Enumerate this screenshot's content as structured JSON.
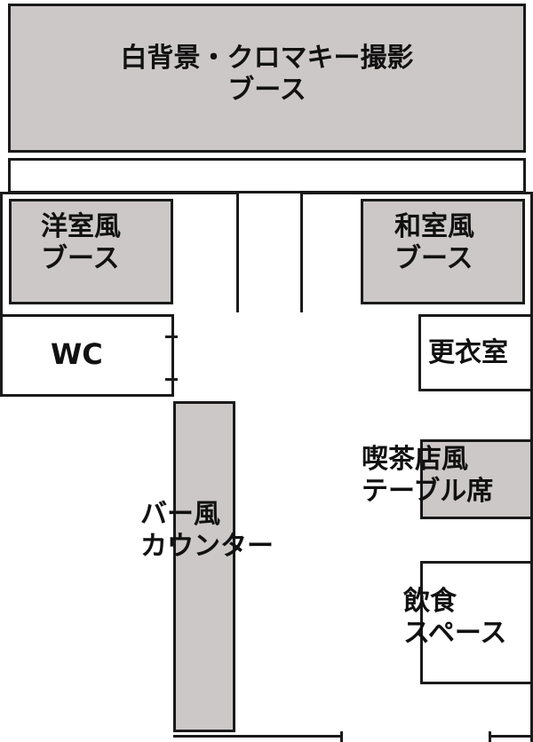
{
  "colors": {
    "room_fill": "#cdc8c8",
    "wall": "#1a1a1a",
    "background": "#ffffff"
  },
  "rooms": {
    "white_back_booth": {
      "line1": "白背景・クロマキー撮影",
      "line2": "ブース"
    },
    "western_booth": {
      "line1": "洋室風",
      "line2": "ブース"
    },
    "japanese_booth": {
      "line1": "和室風",
      "line2": "ブース"
    },
    "wc": {
      "label": "WC"
    },
    "fitting_room": {
      "label": "更衣室"
    },
    "cafe_table": {
      "line1": "喫茶店風",
      "line2": "テーブル席"
    },
    "bar_counter": {
      "line1": "バー風",
      "line2": "カウンター"
    },
    "dining_space": {
      "line1": "飲食",
      "line2": "スペース"
    }
  }
}
